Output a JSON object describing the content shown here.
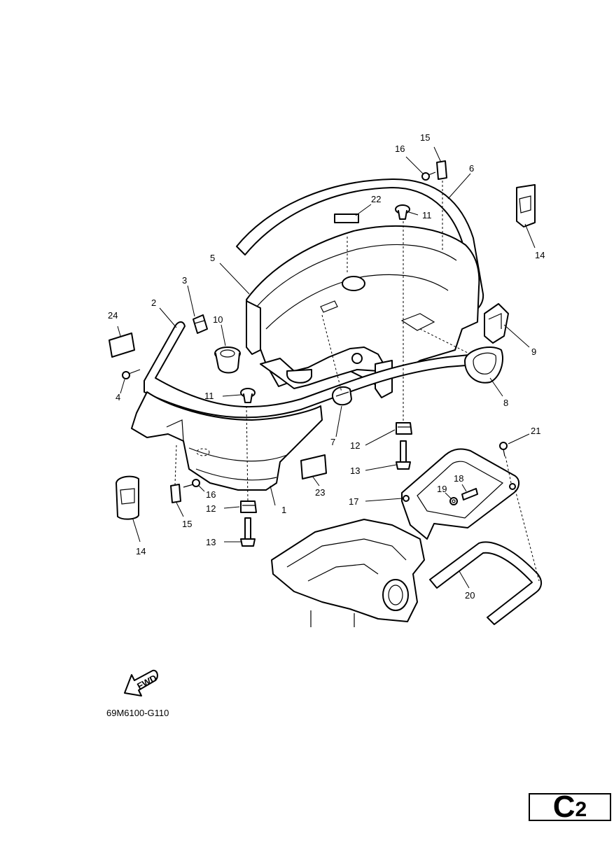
{
  "diagram_code": "69M6100-G110",
  "direction_label": "FWD",
  "page_badge": {
    "letter": "C",
    "number": "2"
  },
  "callouts": [
    "1",
    "2",
    "3",
    "4",
    "5",
    "6",
    "7",
    "8",
    "9",
    "10",
    "11",
    "11",
    "12",
    "12",
    "13",
    "13",
    "14",
    "14",
    "15",
    "15",
    "16",
    "16",
    "17",
    "18",
    "19",
    "20",
    "21",
    "22",
    "23",
    "24"
  ]
}
